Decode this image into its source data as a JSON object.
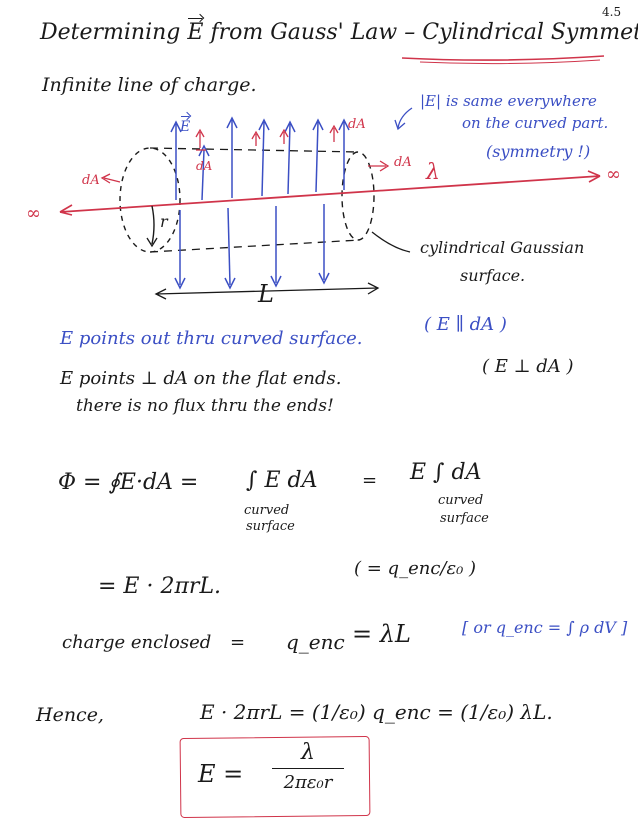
{
  "page_number": "4.5",
  "title": {
    "prefix": "Determining",
    "vector": "E",
    "middle": "from Gauss' Law –",
    "topic": "Cylindrical Symmetry."
  },
  "subtitle": "Infinite line of charge.",
  "diagram": {
    "label_E": "E",
    "label_dA_top": "dA",
    "label_dA_inner": "dA",
    "label_dA_left": "dA",
    "label_dA_right": "dA",
    "label_r": "r",
    "label_L": "L",
    "label_lambda": "λ",
    "label_inf_left": "∞",
    "label_inf_right": "∞"
  },
  "notes": {
    "symmetry_line1": "|E| is same everywhere",
    "symmetry_line2": "on the curved part.",
    "symmetry_line3": "(symmetry !)",
    "surface_line1": "cylindrical Gaussian",
    "surface_line2": "surface."
  },
  "statements": {
    "curved": "E points out thru curved surface.",
    "curved_paren": "( E ∥ dA )",
    "flat": "E points ⊥ dA on the flat ends.",
    "flat_paren": "( E ⊥ dA )",
    "no_flux": "there is no flux thru the ends!"
  },
  "equations": {
    "flux_lhs": "Φ = ∮E·dA =",
    "flux_mid": "∫ E dA",
    "flux_eq2": "=",
    "flux_rhs": "E ∫ dA",
    "curved_label_1": "curved",
    "curved_label_2": "surface",
    "curved_label_3": "curved",
    "curved_label_4": "surface",
    "flux_result": "= E · 2πrL.",
    "flux_paren": "( = q_enc/ε₀ )",
    "charge_label": "charge enclosed",
    "charge_eq": "=",
    "qenc": "q_enc",
    "charge_rhs": "= λL",
    "charge_bracket": "[ or q_enc = ∫ ρ dV ]",
    "hence": "Hence,",
    "hence_eq": "E · 2πrL = (1/ε₀) q_enc = (1/ε₀) λL.",
    "final_lhs": "E =",
    "final_num": "λ",
    "final_den": "2πε₀r"
  }
}
